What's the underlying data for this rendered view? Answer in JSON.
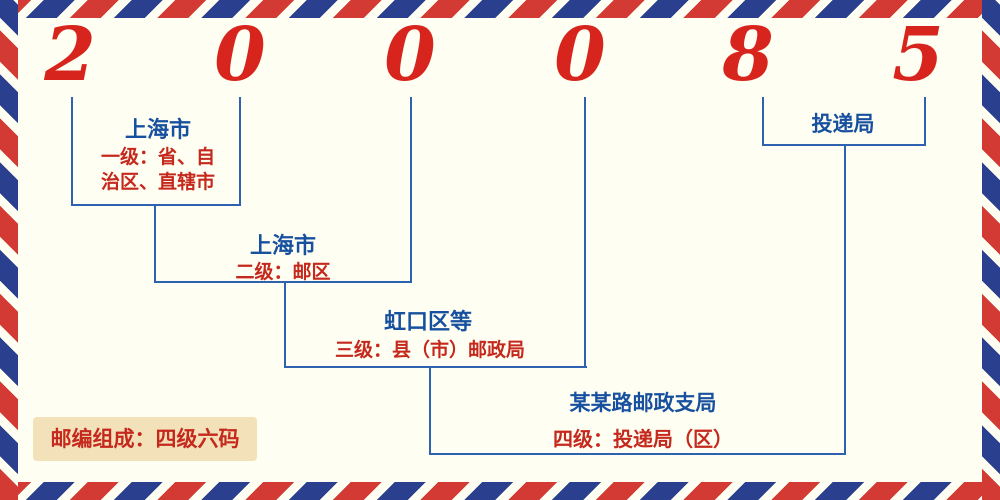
{
  "postal_code": {
    "digits": [
      "2",
      "0",
      "0",
      "0",
      "8",
      "5"
    ]
  },
  "levels": {
    "level1": {
      "name": "上海市",
      "desc_line1": "一级：省、自",
      "desc_line2": "治区、直辖市"
    },
    "level2": {
      "name": "上海市",
      "desc": "二级：邮区"
    },
    "level3": {
      "name": "虹口区等",
      "desc": "三级：县（市）邮政局"
    },
    "level4": {
      "branch_label": "投递局",
      "name": "某某路邮政支局",
      "desc": "四级：投递局（区）"
    }
  },
  "footer": {
    "badge_text": "邮编组成：四级六码"
  },
  "colors": {
    "digit_red": "#d7251d",
    "label_blue": "#17509f",
    "label_red": "#c5281c",
    "line_blue": "#2e62b0",
    "badge_bg": "#f3e1ba",
    "stripe_red": "#d23a33",
    "stripe_blue": "#2a3f8e",
    "background": "#fffef2"
  }
}
